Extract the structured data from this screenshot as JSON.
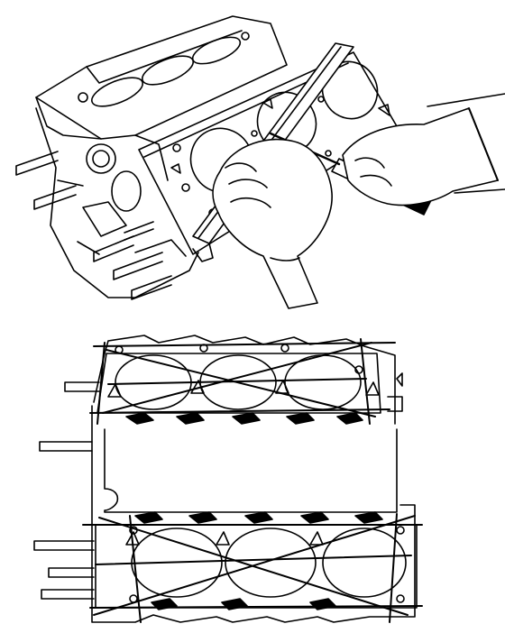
{
  "figure": {
    "panels": [
      {
        "name": "head-gasket-surface-check-perspective",
        "tools": [
          "straightedge",
          "feeler-gauge"
        ],
        "subject": "engine-block-deck"
      },
      {
        "name": "v6-block-deck-measurement-pattern-plan-view",
        "banks": 2,
        "cylinders_per_bank": 3,
        "check_directions": [
          "lengthwise",
          "crosswise",
          "diagonal"
        ]
      }
    ],
    "colors": {
      "ink": "#000000",
      "paper": "#ffffff"
    }
  }
}
